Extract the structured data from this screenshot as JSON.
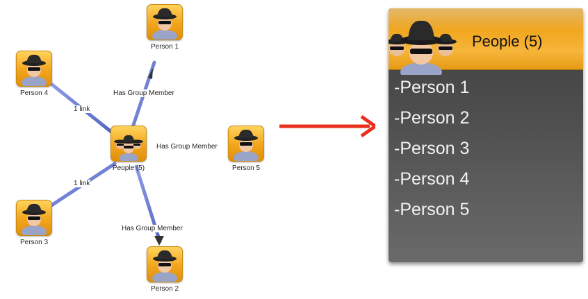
{
  "graph": {
    "center": {
      "label": "People (5)",
      "icon": "group-agents-icon"
    },
    "members": [
      {
        "label": "Person 1",
        "icon": "agent-icon",
        "edge_label": "Has Group Member"
      },
      {
        "label": "Person 2",
        "icon": "agent-icon",
        "edge_label": "Has Group Member"
      },
      {
        "label": "Person 3",
        "icon": "agent-icon",
        "edge_label": "1 link"
      },
      {
        "label": "Person 4",
        "icon": "agent-icon",
        "edge_label": "1 link"
      },
      {
        "label": "Person 5",
        "icon": "agent-icon",
        "edge_label": "Has Group Member"
      }
    ],
    "edge_color": "#6d7fd0",
    "node_color": "#f4a821"
  },
  "arrow": {
    "color": "#e8301c",
    "icon": "right-arrow-icon"
  },
  "panel": {
    "title": "People (5)",
    "icon": "group-agents-icon",
    "items": [
      "-Person 1",
      "-Person 2",
      "-Person 3",
      "-Person 4",
      "-Person 5"
    ],
    "header_color": "#f0a620",
    "body_color": "#4a4a4a"
  }
}
